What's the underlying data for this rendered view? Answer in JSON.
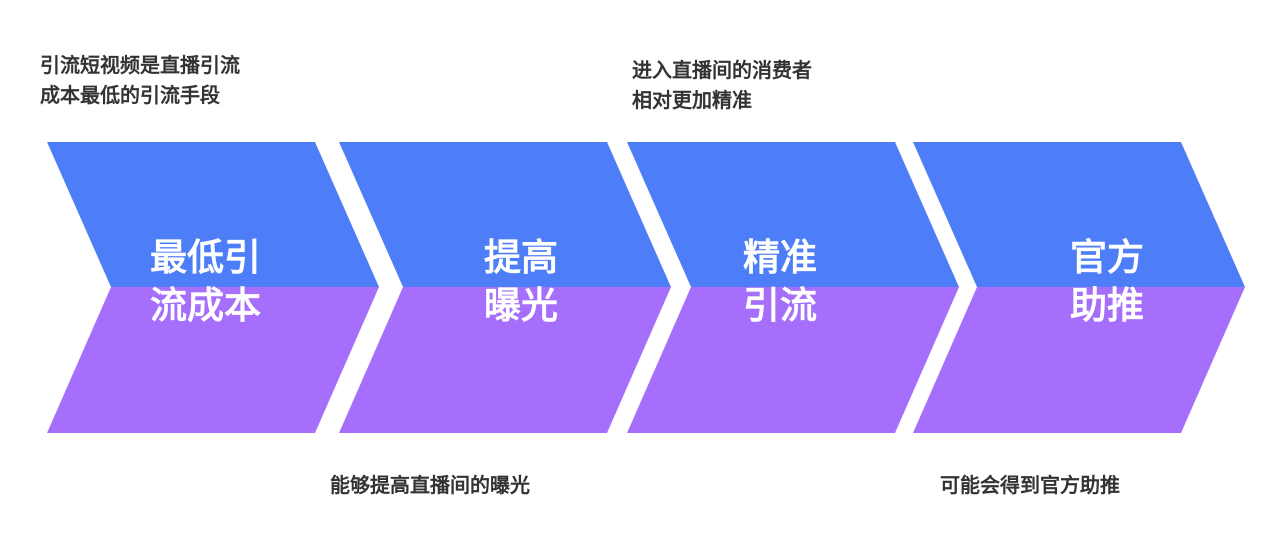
{
  "colors": {
    "top": "#4d7ef7",
    "bottom": "#a66ffb",
    "note_text": "#333333",
    "label_text": "#ffffff"
  },
  "steps": [
    {
      "line1": "最低引",
      "line2": "流成本"
    },
    {
      "line1": "提高",
      "line2": "曝光"
    },
    {
      "line1": "精准",
      "line2": "引流"
    },
    {
      "line1": "官方",
      "line2": "助推"
    }
  ],
  "notes": {
    "step1": {
      "line1": "引流短视频是直播引流",
      "line2": "成本最低的引流手段"
    },
    "step2": {
      "line1": "能够提高直播间的曝光"
    },
    "step3": {
      "line1": "进入直播间的消费者",
      "line2": "相对更加精准"
    },
    "step4": {
      "line1": "可能会得到官方助推"
    }
  }
}
